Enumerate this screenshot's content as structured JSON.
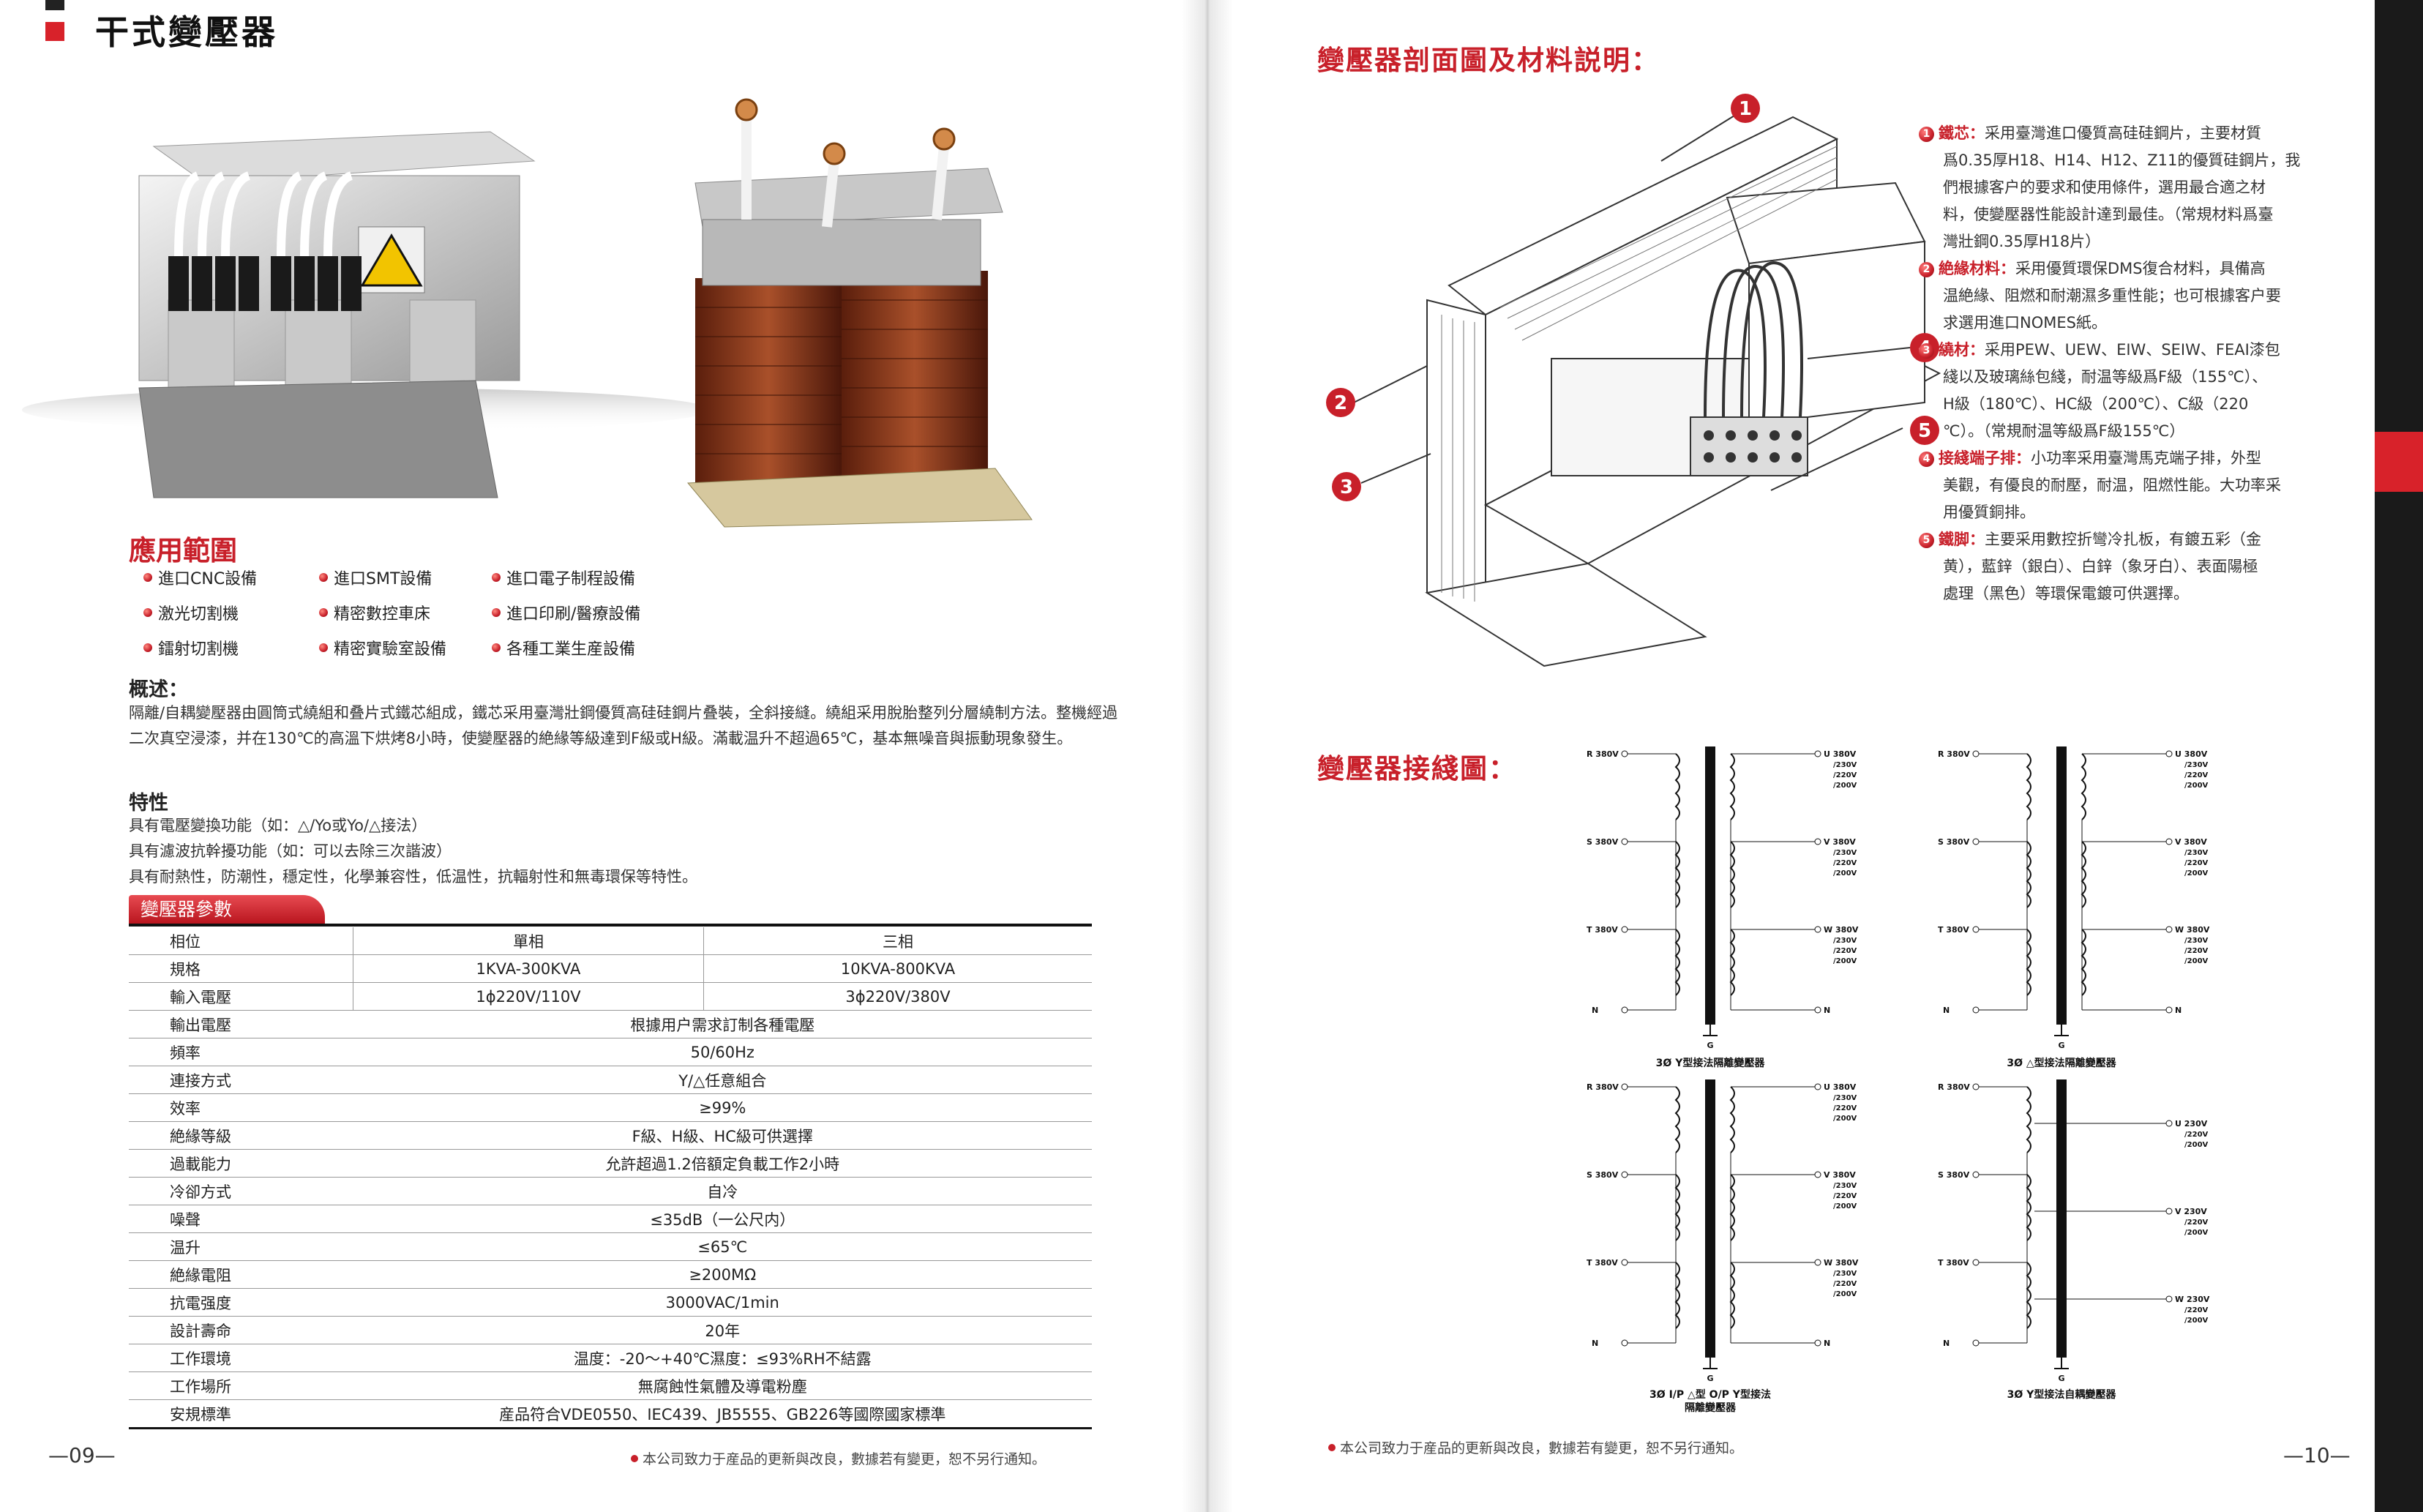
{
  "left_page": {
    "title": "干式變壓器",
    "application": {
      "title": "應用範圍",
      "items": [
        "進口CNC設備",
        "進口SMT設備",
        "進口電子制程設備",
        "激光切割機",
        "精密數控車床",
        "進口印刷/醫療設備",
        "鐳射切割機",
        "精密實驗室設備",
        "各種工業生産設備"
      ]
    },
    "overview": {
      "title": "概述：",
      "text": "隔離/自耦變壓器由圓筒式繞組和叠片式鐵芯組成，鐵芯采用臺灣壯鋼優質高硅硅鋼片叠裝，全斜接縫。繞組采用脫胎整列分層繞制方法。整機經過二次真空浸漆，并在130℃的高溫下烘烤8小時，使變壓器的絶緣等級達到F級或H級。滿載温升不超過65℃，基本無噪音與振動現象發生。"
    },
    "features": {
      "title": "特性",
      "lines": [
        "具有電壓變換功能（如：△/Yo或Yo/△接法）",
        "具有濾波抗幹擾功能（如：可以去除三次諧波）",
        "具有耐熱性，防潮性，穩定性，化學兼容性，低温性，抗輻射性和無毒環保等特性。"
      ]
    },
    "table": {
      "tab": "變壓器參數",
      "header": {
        "label": "相位",
        "c1": "單相",
        "c2": "三相"
      },
      "split_rows": [
        {
          "label": "規格",
          "c1": "1KVA-300KVA",
          "c2": "10KVA-800KVA"
        },
        {
          "label": "輸入電壓",
          "c1": "1ϕ220V/110V",
          "c2": "3ϕ220V/380V"
        }
      ],
      "rows": [
        {
          "label": "輸出電壓",
          "value": "根據用户需求訂制各種電壓"
        },
        {
          "label": "頻率",
          "value": "50/60Hz"
        },
        {
          "label": "連接方式",
          "value": "Y/△任意組合"
        },
        {
          "label": "效率",
          "value": "≥99%"
        },
        {
          "label": "絶緣等級",
          "value": "F級、H級、HC級可供選擇"
        },
        {
          "label": "過載能力",
          "value": "允許超過1.2倍額定負載工作2小時"
        },
        {
          "label": "冷卻方式",
          "value": "自冷"
        },
        {
          "label": "噪聲",
          "value": "≤35dB（一公尺内）"
        },
        {
          "label": "温升",
          "value": "≤65℃"
        },
        {
          "label": "絶緣電阻",
          "value": "≥200MΩ"
        },
        {
          "label": "抗電强度",
          "value": "3000VAC/1min"
        },
        {
          "label": "設計壽命",
          "value": "20年"
        },
        {
          "label": "工作環境",
          "value": "温度：-20～+40℃濕度：≤93%RH不結露"
        },
        {
          "label": "工作場所",
          "value": "無腐蝕性氣體及導電粉塵"
        },
        {
          "label": "安規標準",
          "value": "産品符合VDE0550、IEC439、JB5555、GB226等國際國家標準"
        }
      ]
    },
    "page_number": "—09—",
    "footnote": "本公司致力于産品的更新與改良，數據若有變更，恕不另行通知。"
  },
  "right_page": {
    "section_title": "變壓器剖面圖及材料説明：",
    "callouts": [
      "1",
      "2",
      "3",
      "4",
      "5"
    ],
    "materials": [
      {
        "num": "1",
        "name": "鐵芯：",
        "lines": [
          "采用臺灣進口優質高硅硅鋼片，主要材質",
          "爲0.35厚H18、H14、H12、Z11的優質硅鋼片，我",
          "們根據客户的要求和使用條件，選用最合適之材",
          "料，使變壓器性能設計達到最佳。（常規材料爲臺",
          "灣壯鋼0.35厚H18片）"
        ]
      },
      {
        "num": "2",
        "name": "絶緣材料：",
        "lines": [
          "采用優質環保DMS復合材料，具備高",
          "温絶緣、阻燃和耐潮濕多重性能；也可根據客户要",
          "求選用進口NOMES紙。"
        ]
      },
      {
        "num": "3",
        "name": "繞材：",
        "lines": [
          "采用PEW、UEW、EIW、SEIW、FEAI漆包",
          "綫以及玻璃絲包綫，耐温等級爲F級（155℃）、",
          "H級（180℃）、HC級（200℃）、C級（220",
          "℃）。（常規耐温等級爲F級155℃）"
        ]
      },
      {
        "num": "4",
        "name": "接綫端子排：",
        "lines": [
          "小功率采用臺灣馬克端子排，外型",
          "美觀，有優良的耐壓，耐温，阻燃性能。大功率采",
          "用優質銅排。"
        ]
      },
      {
        "num": "5",
        "name": "鐵脚：",
        "lines": [
          "主要采用數控折彎冷扎板，有鍍五彩（金",
          "黄），藍鋅（銀白）、白鋅（象牙白）、表面陽極",
          "處理（黑色）等環保電鍍可供選擇。"
        ]
      }
    ],
    "wiring_title": "變壓器接綫圖：",
    "diagram_labels": {
      "R": "R 380V",
      "S": "S 380V",
      "T": "T 380V",
      "N": "N",
      "G": "G",
      "U": "U 380V",
      "V": "V 380V",
      "W": "W 380V",
      "Ud": "U 230V",
      "Vd": "V 230V",
      "Wd": "W 230V",
      "taps": [
        "/230V",
        "/220V",
        "/200V"
      ]
    },
    "diagram_captions": [
      "3Ø Y型接法隔離變壓器",
      "3Ø △型接法隔離變壓器",
      "3Ø I/P △型  O/P Y型接法",
      "隔離變壓器",
      "3Ø Y型接法自耦變壓器"
    ],
    "page_number": "—10—",
    "footnote": "本公司致力于産品的更新與改良，數據若有變更，恕不另行通知。"
  }
}
